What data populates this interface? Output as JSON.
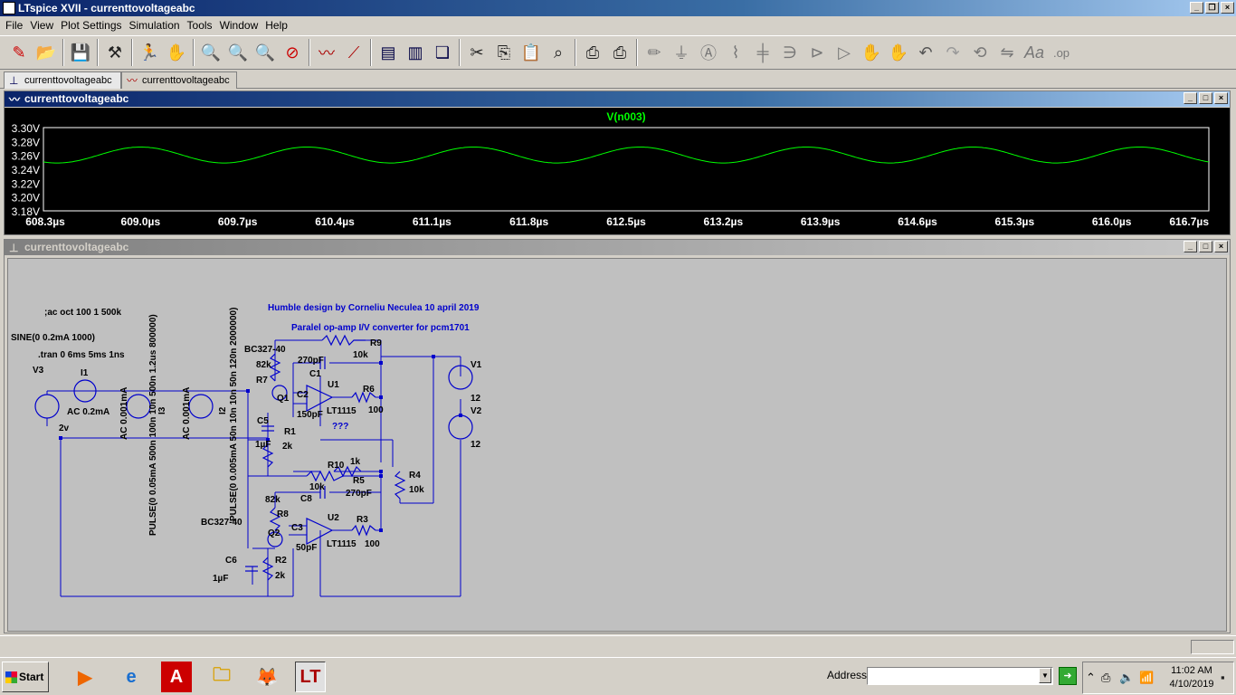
{
  "window": {
    "title": "LTspice XVII - currenttovoltageabc"
  },
  "menu": [
    "File",
    "View",
    "Plot Settings",
    "Simulation",
    "Tools",
    "Window",
    "Help"
  ],
  "toolbar_icons": [
    "new-schematic-icon",
    "open-icon",
    "save-icon",
    "control-panel-icon",
    "run-icon",
    "halt-icon",
    "zoom-in-icon",
    "zoom-full-icon",
    "zoom-out-icon",
    "zoom-cancel-icon",
    "autorange-icon",
    "mark-icon",
    "tile-vertical-icon",
    "tile-horizontal-icon",
    "cascade-icon",
    "cut-icon",
    "copy-icon",
    "paste-icon",
    "find-icon",
    "print-preview-icon",
    "print-icon",
    "draw-wire-icon",
    "ground-icon",
    "label-net-icon",
    "resistor-icon",
    "capacitor-icon",
    "inductor-icon",
    "diode-icon",
    "component-icon",
    "move-icon",
    "drag-icon",
    "undo-icon",
    "redo-icon",
    "rotate-icon",
    "mirror-icon",
    "text-icon",
    "spice-directive-icon"
  ],
  "tabs": [
    {
      "label": "currenttovoltageabc",
      "icon": "schematic-icon"
    },
    {
      "label": "currenttovoltageabc",
      "icon": "waveform-icon"
    }
  ],
  "plot_window": {
    "title": "currenttovoltageabc",
    "trace_label": "V(n003)"
  },
  "chart_data": {
    "type": "line",
    "title": "",
    "series": [
      {
        "name": "V(n003)",
        "color": "#00ff00"
      }
    ],
    "x_ticks": [
      "608.3µs",
      "609.0µs",
      "609.7µs",
      "610.4µs",
      "611.1µs",
      "611.8µs",
      "612.5µs",
      "613.2µs",
      "613.9µs",
      "614.6µs",
      "615.3µs",
      "616.0µs",
      "616.7µs"
    ],
    "y_ticks": [
      "3.30V",
      "3.28V",
      "3.26V",
      "3.24V",
      "3.22V",
      "3.20V",
      "3.18V"
    ],
    "xlim": [
      608.3,
      616.7
    ],
    "ylim": [
      3.18,
      3.3
    ],
    "signal": {
      "center": 3.2605,
      "amplitude": 0.0115,
      "period_us": 1.2,
      "first_peak_us": 609.0
    },
    "colors": {
      "background": "#000000",
      "axis": "#ffffff",
      "trace": "#00ff00"
    }
  },
  "schematic_window": {
    "title": "currenttovoltageabc",
    "texts": {
      "design": "Humble design by Corneliu Neculea 10 april  2019",
      "description": "Paralel op-amp I/V converter  for pcm1701",
      "ac_directive": ";ac oct 100 1 500k",
      "sine_source": "SINE(0 0.2mA 1000)",
      "tran_directive": ".tran 0 6ms 5ms 1ns",
      "pulse1": "PULSE(0 0.05mA 500n 100n 10n 500n 1.2us 800000)",
      "pulse2": "PULSE(0 0.005mA 50n 10n 10n 50n 120n 2000000)",
      "question": "???",
      "v3": "V3",
      "v3_val": "2v",
      "i1": "I1",
      "i1_val": "AC 0.2mA",
      "i3": "I3",
      "i3_val": "AC 0.001mA",
      "i2": "I2",
      "i2_val": "AC 0.001mA",
      "q1_model": "BC327-40",
      "q1": "Q1",
      "q2_model": "BC327-40",
      "q2": "Q2",
      "r7": "R7",
      "r7_val": "82k",
      "r9": "R9",
      "r9_val": "10k",
      "c1": "C1",
      "c1_val": "270pF",
      "u1": "U1",
      "u1_model": "LT1115",
      "c2": "C2",
      "c2_val": "150pF",
      "r6": "R6",
      "r6_val": "100",
      "c5": "C5",
      "c5_val": "1µF",
      "r1": "R1",
      "r1_val": "2k",
      "v1": "V1",
      "v1_val": "12",
      "v2": "V2",
      "v2_val": "12",
      "r10": "R10",
      "r10_val": "1k",
      "r5": "R5",
      "r5_val": "10k",
      "c8": "C8",
      "c8_val": "270pF",
      "r4": "R4",
      "r4_val": "10k",
      "r8": "R8",
      "r8_val": "82k",
      "c3": "C3",
      "c3_val": "50pF",
      "u2": "U2",
      "u2_model": "LT1115",
      "r3": "R3",
      "r3_val": "100",
      "c6": "C6",
      "c6_val": "1µF",
      "r2": "R2",
      "r2_val": "2k"
    }
  },
  "taskbar": {
    "start_label": "Start",
    "address_label": "Address",
    "address_value": "",
    "time": "11:02 AM",
    "date": "4/10/2019"
  }
}
